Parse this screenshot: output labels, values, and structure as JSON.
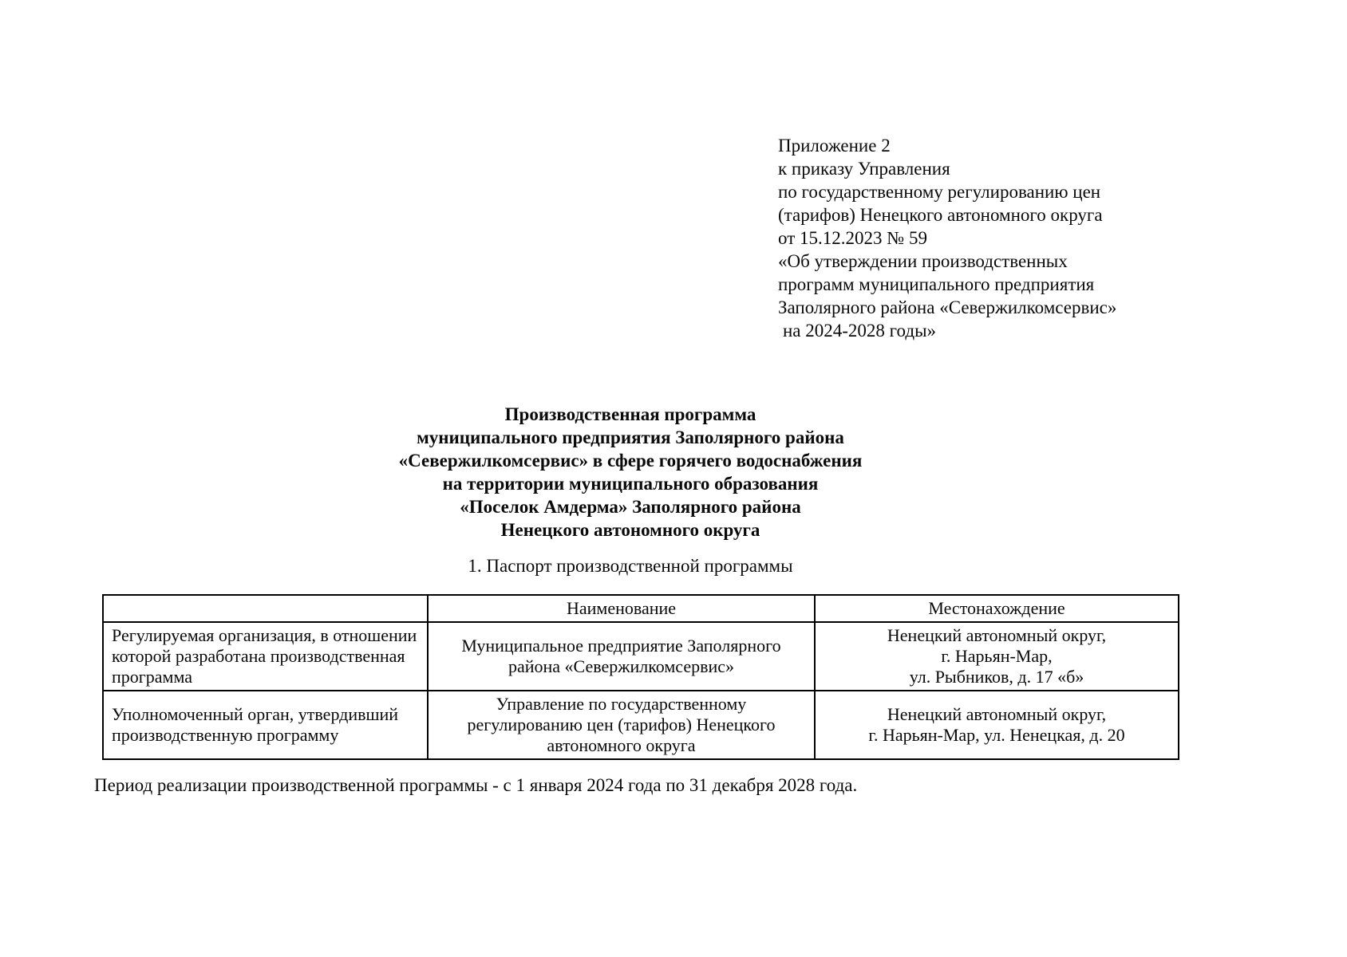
{
  "reference_block": {
    "lines": [
      "Приложение 2",
      "к приказу Управления",
      "по государственному регулированию цен",
      "(тарифов) Ненецкого автономного округа",
      "от 15.12.2023 № 59",
      "«Об утверждении производственных",
      "программ муниципального предприятия",
      "Заполярного района «Севержилкомсервис»",
      "на 2024-2028 годы»"
    ]
  },
  "title": {
    "lines": [
      "Производственная программа",
      "муниципального предприятия Заполярного района",
      "«Севержилкомсервис» в сфере горячего водоснабжения",
      "на территории муниципального образования",
      "«Поселок Амдерма» Заполярного района",
      "Ненецкого автономного округа"
    ]
  },
  "section_heading": "1. Паспорт производственной программы",
  "passport_table": {
    "headers": {
      "empty": "",
      "name": "Наименование",
      "location": "Местонахождение"
    },
    "rows": [
      {
        "label": "Регулируемая организация, в отношении которой разработана производственная программа",
        "name": "Муниципальное предприятие Заполярного района «Севержилкомсервис»",
        "location": "Ненецкий автономный округ,\nг. Нарьян-Мар,\nул. Рыбников, д. 17 «б»"
      },
      {
        "label": "Уполномоченный орган, утвердивший производственную программу",
        "name": "Управление по государственному регулированию цен (тарифов) Ненецкого автономного округа",
        "location": "Ненецкий автономный округ,\nг. Нарьян-Мар, ул. Ненецкая, д. 20"
      }
    ]
  },
  "footer_text": "Период реализации производственной программы - с 1 января 2024 года по 31 декабря 2028 года."
}
